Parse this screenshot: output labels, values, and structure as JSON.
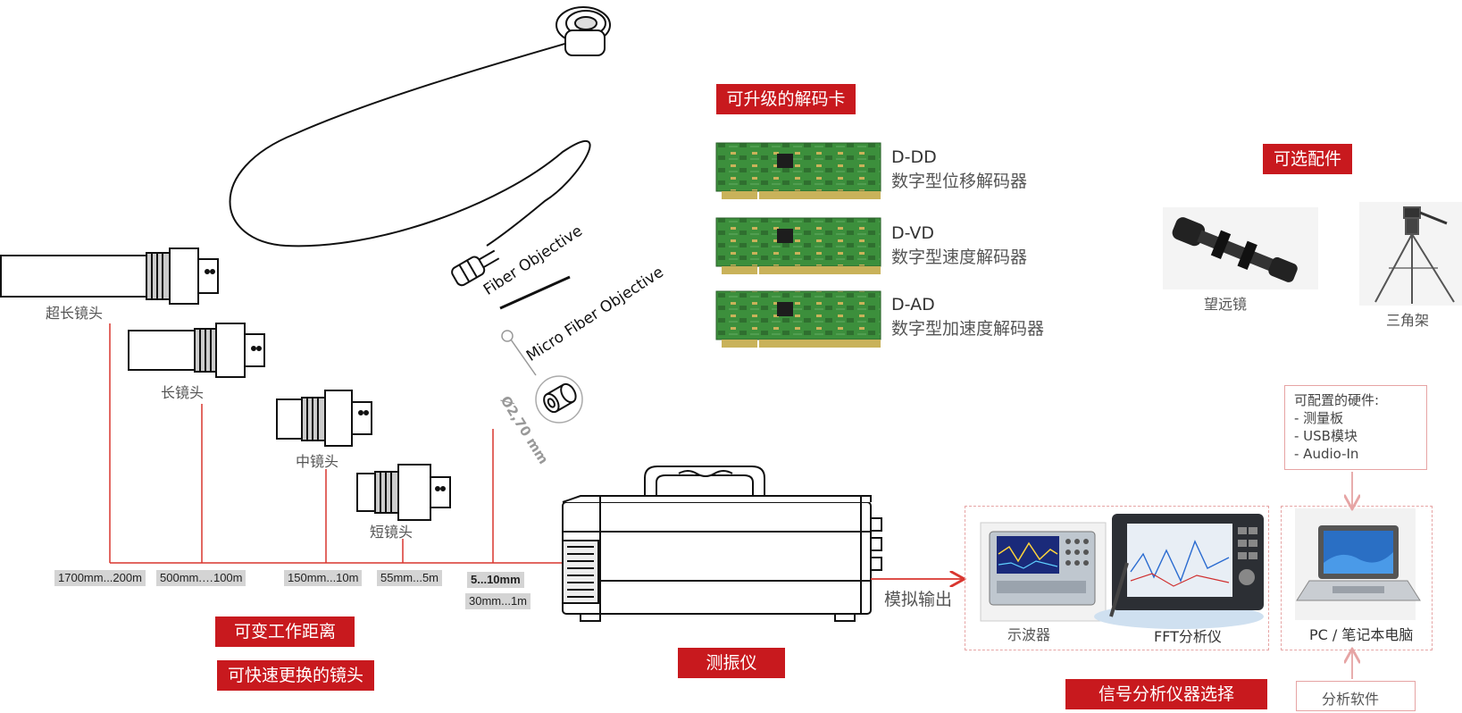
{
  "tags": {
    "upgradable_cards": "可升级的解码卡",
    "optional_accessories": "可选配件",
    "variable_distance": "可变工作距离",
    "quick_lens": "可快速更换的镜头",
    "vibrometer": "测振仪",
    "signal_analyzer": "信号分析仪器选择"
  },
  "lenses": {
    "extra_long": "超长镜头",
    "long": "长镜头",
    "medium": "中镜头",
    "short": "短镜头"
  },
  "ranges": {
    "extra_long": "1700mm...200m",
    "long": "500mm.…100m",
    "medium": "150mm...10m",
    "short": "55mm...5m",
    "fiber": "5...10mm",
    "micro_fiber": "30mm...1m"
  },
  "fiber": {
    "fiber_objective": "Fiber Objective",
    "micro_fiber_objective": "Micro Fiber Objective",
    "diameter": "Ø2,70 mm"
  },
  "decoders": [
    {
      "name": "D-DD",
      "desc": "数字型位移解码器"
    },
    {
      "name": "D-VD",
      "desc": "数字型速度解码器"
    },
    {
      "name": "D-AD",
      "desc": "数字型加速度解码器"
    }
  ],
  "accessories": {
    "telescope": "望远镜",
    "tripod": "三角架"
  },
  "hardware": {
    "title": "可配置的硬件:",
    "items": [
      "- 测量板",
      "- USB模块",
      "- Audio-In"
    ]
  },
  "analog_output": "模拟输出",
  "instruments": {
    "oscilloscope": "示波器",
    "fft": "FFT分析仪",
    "pc": "PC / 笔记本电脑",
    "software": "分析软件"
  },
  "colors": {
    "accent_red": "#c8191e",
    "line_red": "#d9362f",
    "box_pink": "#e6a4a4",
    "pcb_green": "#3c8f3c"
  }
}
